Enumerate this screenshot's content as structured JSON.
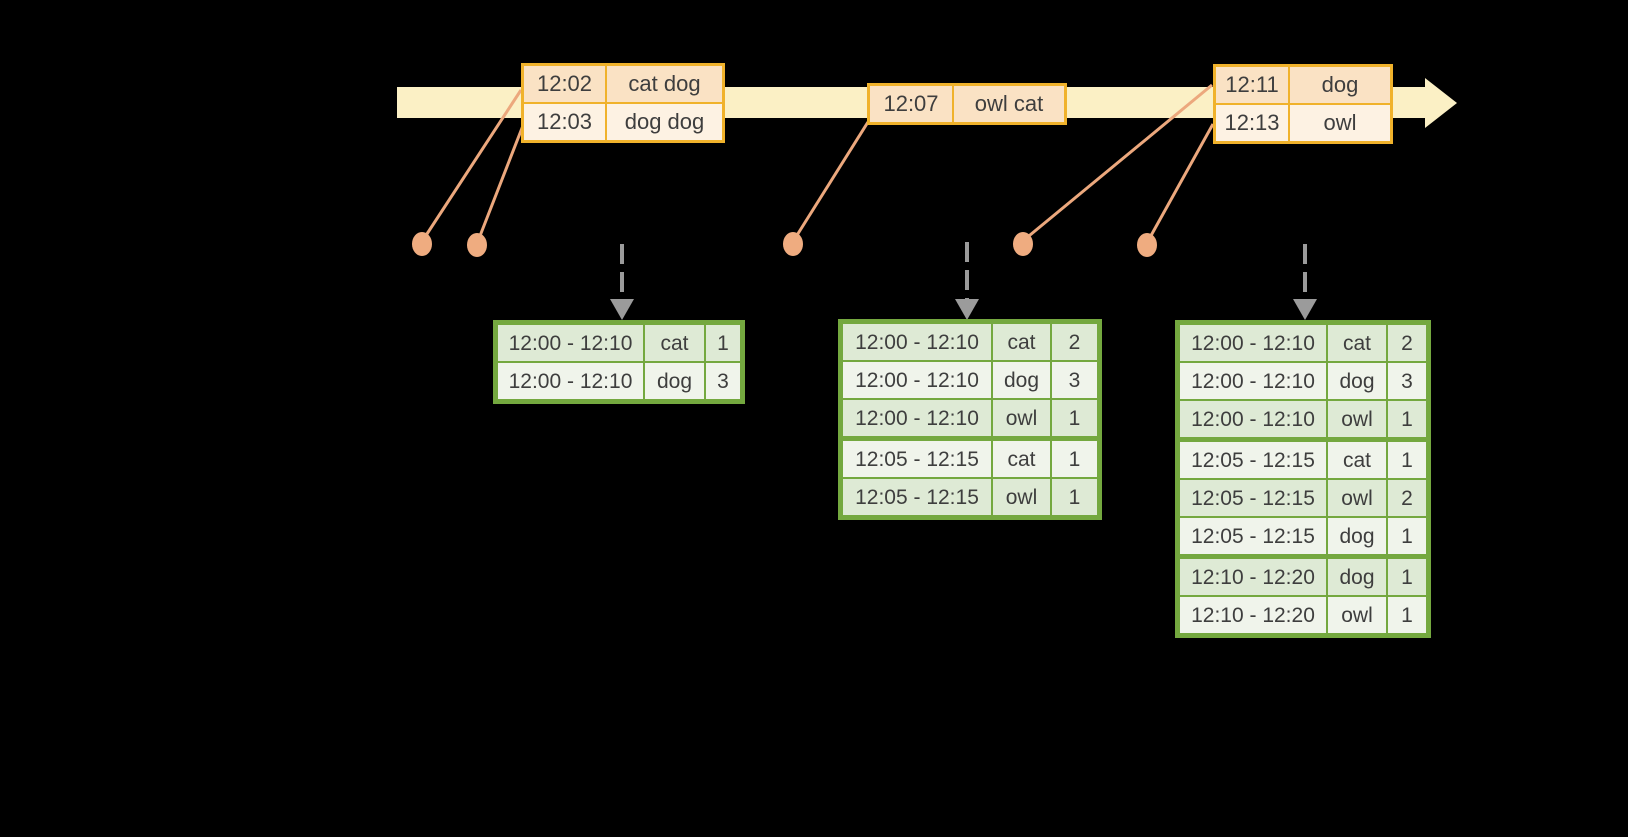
{
  "diagram": {
    "background_color": "#000000",
    "colors": {
      "timeline_band": "#FBF0C5",
      "event_table_border": "#F0B22B",
      "event_row_dark": "#FAE2C4",
      "event_row_light": "#FDF2E3",
      "result_table_border": "#74A83F",
      "result_row_dark": "#DEEAD5",
      "result_row_light": "#F0F4EB",
      "connector_salmon": "#ECA87D",
      "dot_salmon": "#EFAC80",
      "emit_arrow_gray": "#9B9B9B",
      "text": "#3E3E3E"
    },
    "event_tables": [
      {
        "rows": [
          {
            "time": "12:02",
            "words": "cat dog"
          },
          {
            "time": "12:03",
            "words": "dog dog"
          }
        ]
      },
      {
        "rows": [
          {
            "time": "12:07",
            "words": "owl cat"
          }
        ]
      },
      {
        "rows": [
          {
            "time": "12:11",
            "words": "dog"
          },
          {
            "time": "12:13",
            "words": "owl"
          }
        ]
      }
    ],
    "result_tables": [
      {
        "rows": [
          {
            "window": "12:00 - 12:10",
            "word": "cat",
            "count": "1"
          },
          {
            "window": "12:00 - 12:10",
            "word": "dog",
            "count": "3"
          }
        ]
      },
      {
        "rows": [
          {
            "window": "12:00 - 12:10",
            "word": "cat",
            "count": "2"
          },
          {
            "window": "12:00 - 12:10",
            "word": "dog",
            "count": "3"
          },
          {
            "window": "12:00 - 12:10",
            "word": "owl",
            "count": "1"
          },
          {
            "window": "12:05 - 12:15",
            "word": "cat",
            "count": "1"
          },
          {
            "window": "12:05 - 12:15",
            "word": "owl",
            "count": "1"
          }
        ]
      },
      {
        "rows": [
          {
            "window": "12:00 - 12:10",
            "word": "cat",
            "count": "2"
          },
          {
            "window": "12:00 - 12:10",
            "word": "dog",
            "count": "3"
          },
          {
            "window": "12:00 - 12:10",
            "word": "owl",
            "count": "1"
          },
          {
            "window": "12:05 - 12:15",
            "word": "cat",
            "count": "1"
          },
          {
            "window": "12:05 - 12:15",
            "word": "owl",
            "count": "2"
          },
          {
            "window": "12:05 - 12:15",
            "word": "dog",
            "count": "1"
          },
          {
            "window": "12:10 - 12:20",
            "word": "dog",
            "count": "1"
          },
          {
            "window": "12:10 - 12:20",
            "word": "owl",
            "count": "1"
          }
        ]
      }
    ]
  }
}
